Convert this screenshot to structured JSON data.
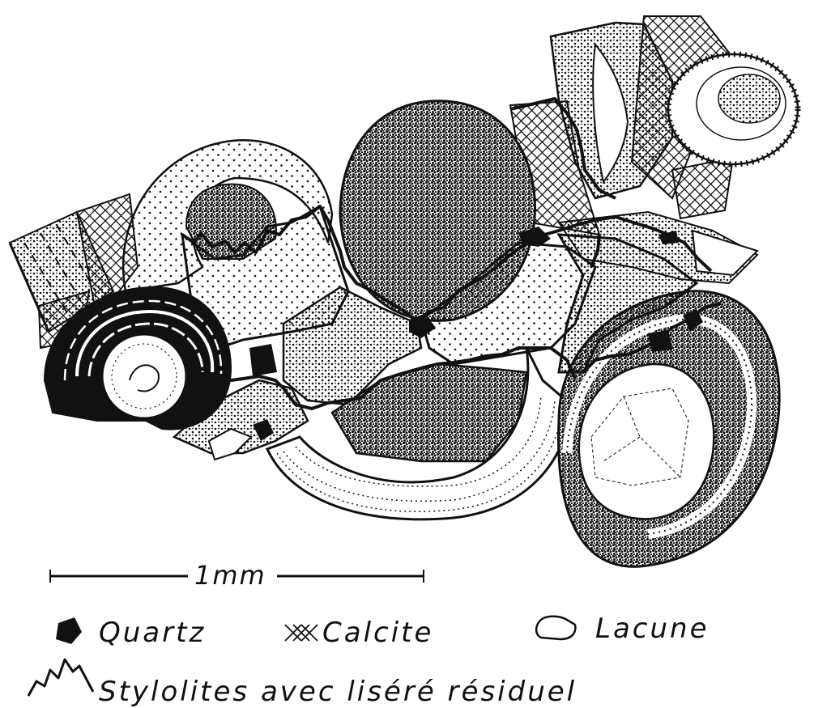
{
  "scale_bar": {
    "label": "1mm"
  },
  "legend": [
    {
      "symbol": "quartz-symbol",
      "label": "Quartz"
    },
    {
      "symbol": "calcite-symbol",
      "label": "Calcite"
    },
    {
      "symbol": "lacune-symbol",
      "label": "Lacune"
    },
    {
      "symbol": "stylolite-symbol",
      "label": "Stylolites avec liséré résiduel"
    }
  ],
  "colors": {
    "ink": "#111111",
    "paper": "#ffffff"
  }
}
